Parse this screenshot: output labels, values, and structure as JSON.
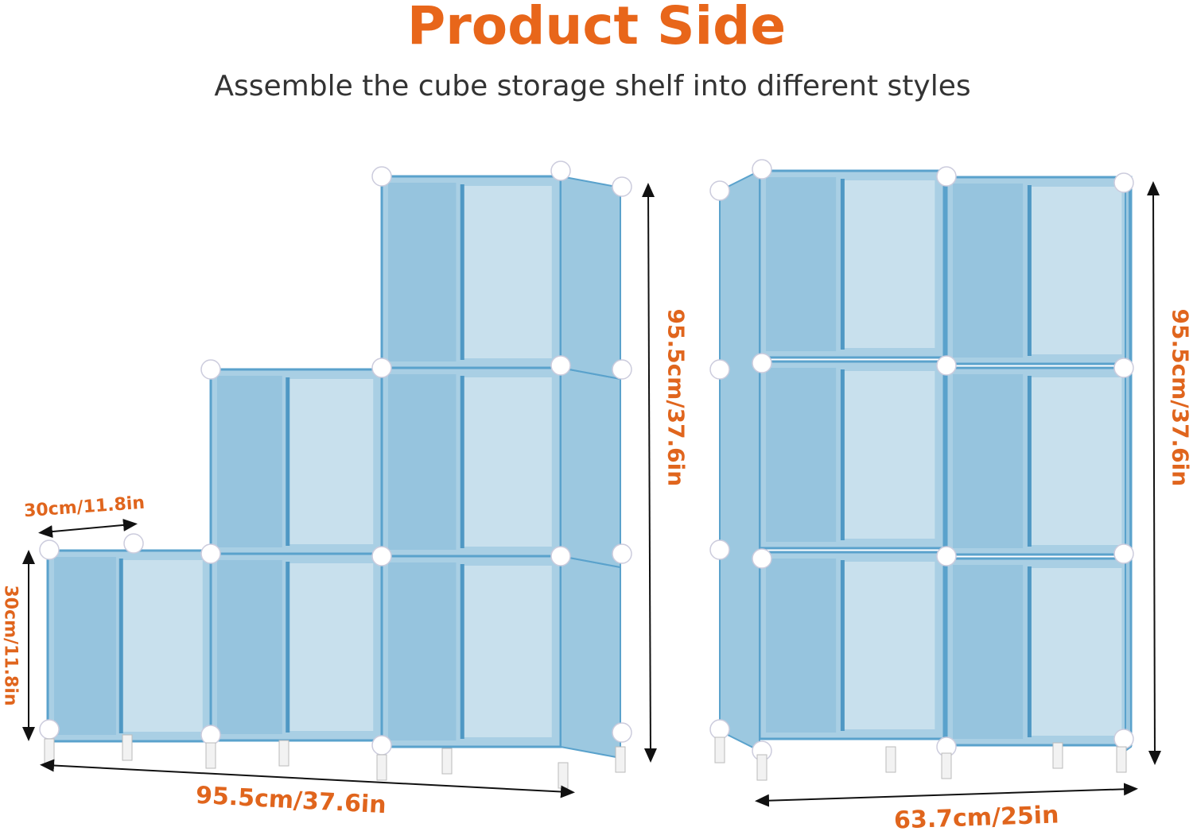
{
  "header": {
    "title": "Product Side",
    "subtitle": "Assemble the cube storage shelf into different styles"
  },
  "left_shelf": {
    "height_label": "95.5cm/37.6in",
    "width_label": "95.5cm/37.6in",
    "cube_depth_label": "30cm/11.8in",
    "cube_height_label": "30cm/11.8in"
  },
  "right_shelf": {
    "height_label": "95.5cm/37.6in",
    "width_label": "63.7cm/25in"
  },
  "colors": {
    "accent": "#e8661a",
    "panel": "#a9cfe4",
    "panel_dark": "#7fb6d6",
    "edge": "#5aa2cc"
  }
}
